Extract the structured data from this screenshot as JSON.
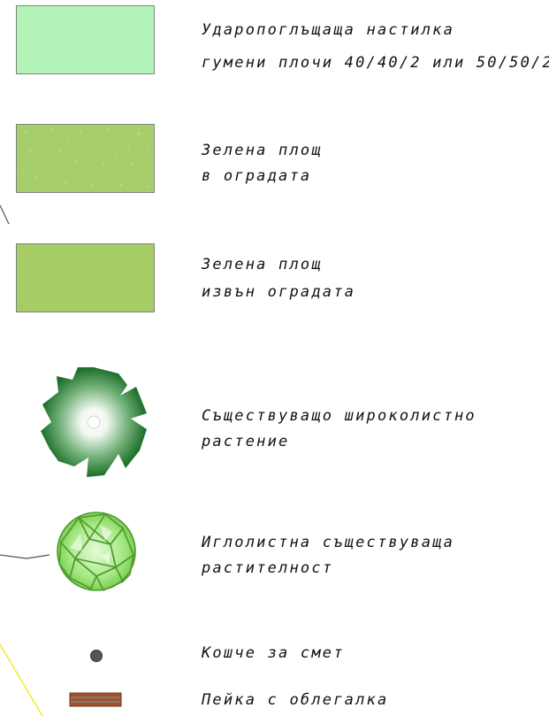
{
  "legend": {
    "items": [
      {
        "id": "rubber-tiles",
        "symbol_color": "#b5f4b8",
        "lines": [
          "Ударопоглъщаща настилка",
          "гумени плочи 40/40/2 или 50/50/2"
        ]
      },
      {
        "id": "green-area-inside",
        "symbol_color": "#a6cf6c",
        "lines": [
          "Зелена площ",
          "в оградата"
        ]
      },
      {
        "id": "green-area-outside",
        "symbol_color": "#a6cd65",
        "lines": [
          "Зелена площ",
          "извън оградата"
        ]
      },
      {
        "id": "deciduous-plant",
        "symbol_color": "#1e7a2e",
        "lines": [
          "Съществуващо широколистно",
          "растение"
        ]
      },
      {
        "id": "coniferous-plant",
        "symbol_color": "#7fd65a",
        "lines": [
          "Иглолистна съществуваща",
          "растителност"
        ]
      },
      {
        "id": "trash-bin",
        "symbol_color": "#555555",
        "lines": [
          "Кошче за смет"
        ]
      },
      {
        "id": "bench",
        "symbol_color": "#a0522d",
        "lines": [
          "Пейка с облегалка"
        ]
      }
    ]
  }
}
